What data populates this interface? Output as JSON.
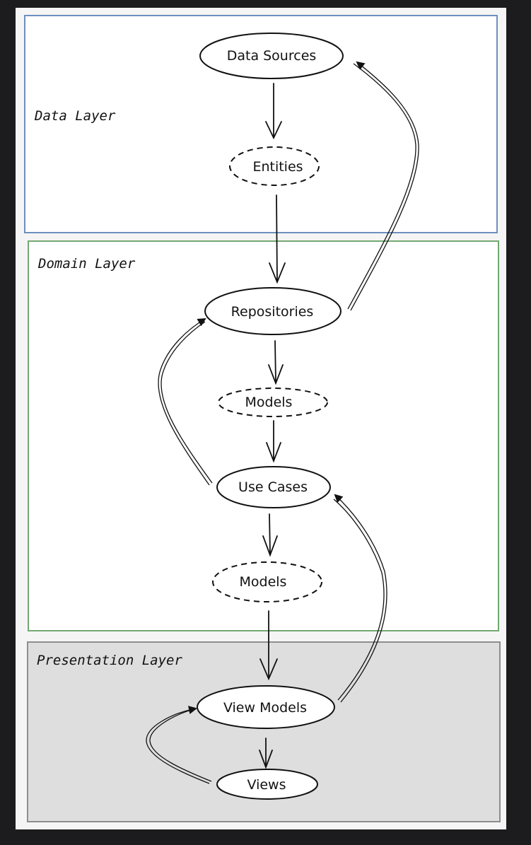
{
  "layers": {
    "data": "Data Layer",
    "domain": "Domain Layer",
    "presentation": "Presentation Layer"
  },
  "nodes": {
    "data_sources": "Data Sources",
    "entities": "Entities",
    "repositories": "Repositories",
    "models_1": "Models",
    "use_cases": "Use Cases",
    "models_2": "Models",
    "view_models": "View Models",
    "views": "Views"
  }
}
